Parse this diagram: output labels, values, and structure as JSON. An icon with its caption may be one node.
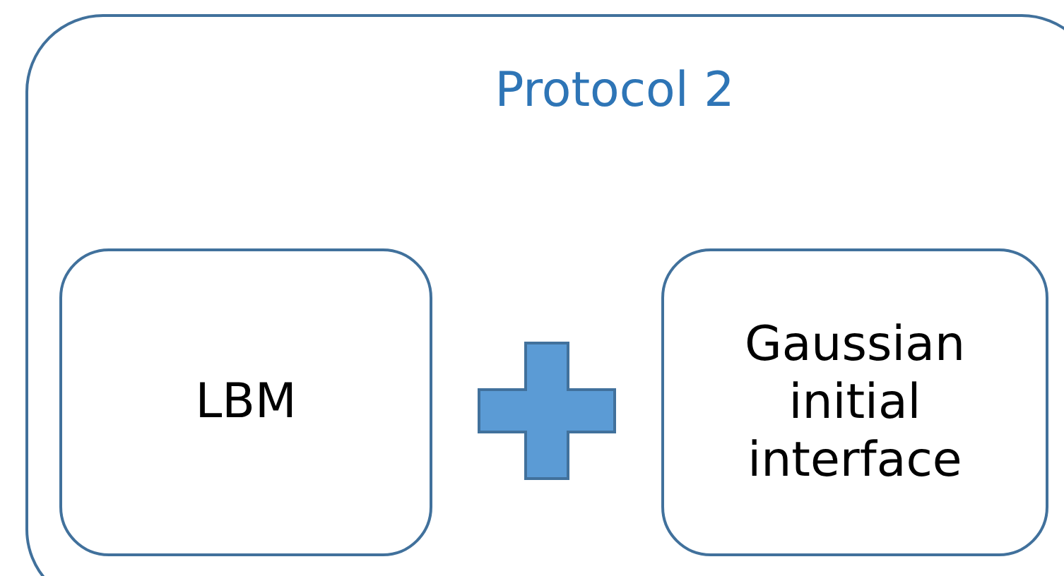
{
  "diagram": {
    "nodes": [
      {
        "text": [
          "Protocol 2"
        ]
      },
      {
        "text": [
          "LBM"
        ],
        "in": 0
      },
      {
        "text": [
          "Gaussian initial interface"
        ],
        "in": 0
      }
    ]
  }
}
